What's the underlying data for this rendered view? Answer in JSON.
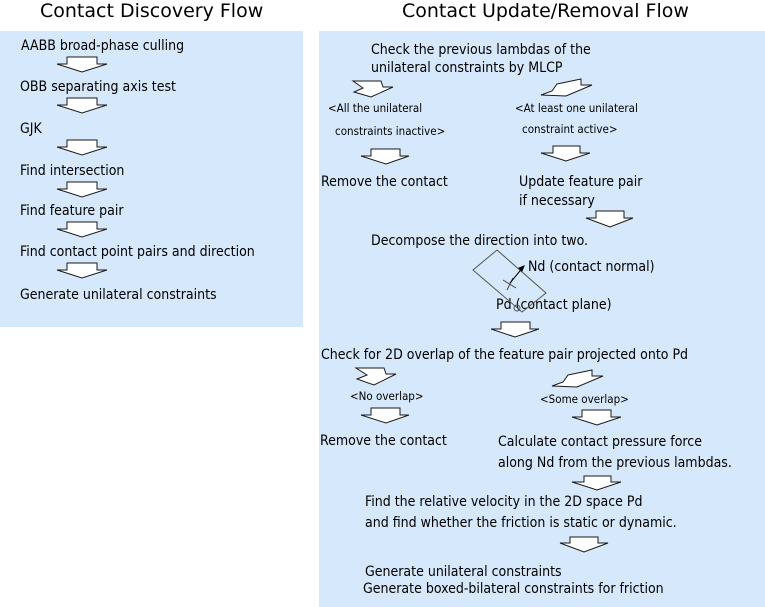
{
  "left": {
    "title": "Contact Discovery Flow",
    "steps": [
      "AABB broad-phase culling",
      "OBB separating axis test",
      "GJK",
      "Find intersection",
      "Find feature pair",
      "Find contact point pairs and direction",
      "Generate unilateral constraints"
    ]
  },
  "right": {
    "title": "Contact Update/Removal Flow",
    "check_lambdas": "Check the previous lambdas of the\nunilateral constraints by MLCP",
    "cond_all_inactive": "<All the unilateral\nconstraints inactive>",
    "cond_one_active": "<At least one unilateral\nconstraint active>",
    "remove_contact_1": "Remove the contact",
    "update_feature": "Update feature pair\nif necessary",
    "decompose": "Decompose the direction into two.",
    "nd_label": "Nd (contact normal)",
    "pd_label": "Pd (contact plane)",
    "check_overlap": "Check for 2D overlap of the feature pair projected onto Pd",
    "cond_no_overlap": "<No overlap>",
    "cond_some_overlap": "<Some overlap>",
    "remove_contact_2": "Remove the contact",
    "calc_pressure": "Calculate contact pressure force\nalong Nd from the previous lambdas.",
    "relative_velocity": "Find the relative velocity in the 2D space Pd\nand find whether the friction is static or dynamic.",
    "gen_unilateral": "Generate unilateral constraints",
    "gen_boxed": "Generate boxed-bilateral constraints for friction"
  }
}
